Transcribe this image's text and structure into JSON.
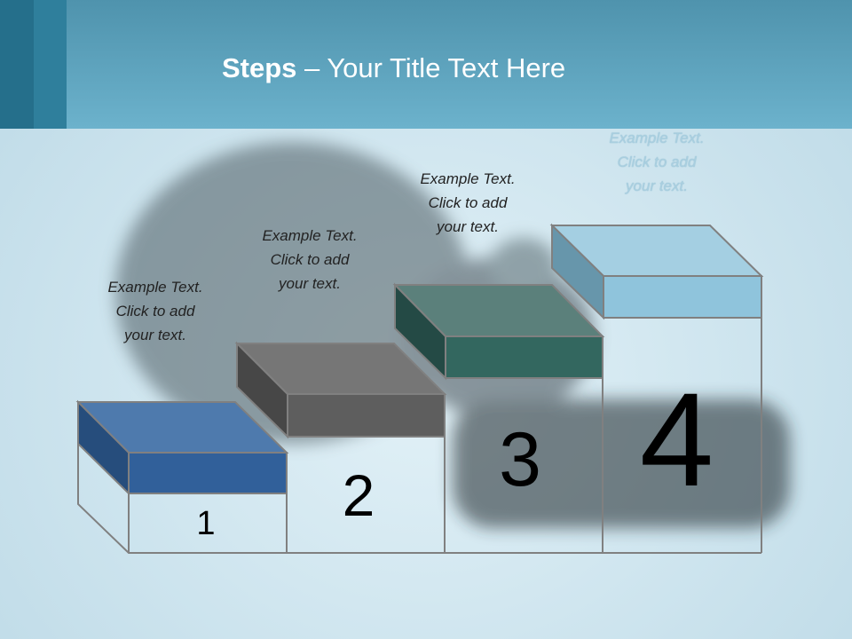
{
  "title": {
    "bold": "Steps",
    "rest": " – Your Title Text Here"
  },
  "steps": [
    {
      "number": "1",
      "caption": [
        "Example Text.",
        "Click  to add",
        "your text."
      ],
      "color": "#31609a"
    },
    {
      "number": "2",
      "caption": [
        "Example Text.",
        "Click  to add",
        "your text."
      ],
      "color": "#5e5e5e"
    },
    {
      "number": "3",
      "caption": [
        "Example Text.",
        "Click  to add",
        "your text."
      ],
      "color": "#33675f"
    },
    {
      "number": "4",
      "caption": [
        "Example Text.",
        "Click  to add",
        "your text."
      ],
      "color": "#8fc4dc"
    }
  ],
  "colors": {
    "header": "#6cb2cc",
    "outline": "#7f7f7f"
  }
}
